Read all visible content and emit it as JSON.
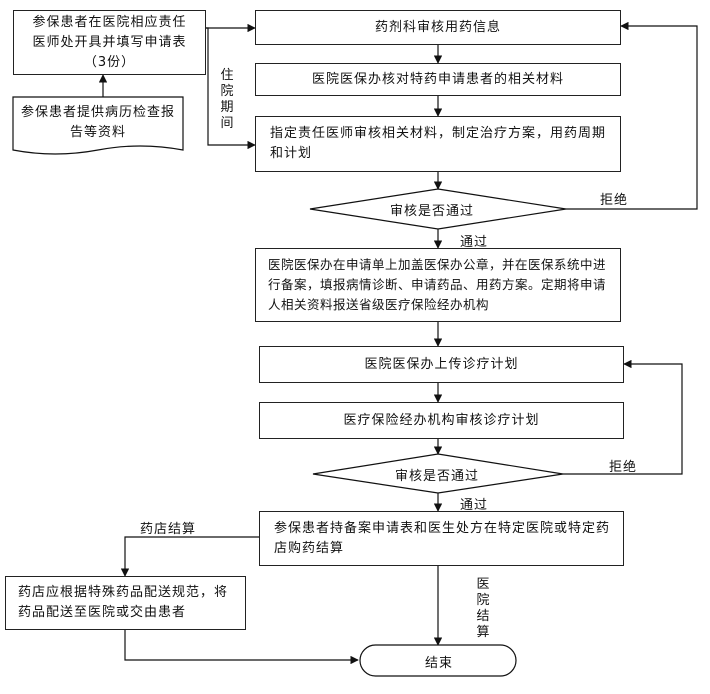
{
  "nodes": {
    "patient_form": "参保患者在医院相应责任医师处开具并填写申请表（3份）",
    "patient_records": "参保患者提供病历检查报告等资料",
    "pharmacy_review": "药剂科审核用药信息",
    "insurance_check": "医院医保办核对特药申请患者的相关材料",
    "doctor_plan": "指定责任医师审核相关材料，制定治疗方案，用药周期和计划",
    "decision_1": "审核是否通过",
    "seal_record": "医院医保办在申请单上加盖医保办公章，并在医保系统中进行备案，填报病情诊断、申请药品、用药方案。定期将申请人相关资料报送省级医疗保险经办机构",
    "upload_plan": "医院医保办上传诊疗计划",
    "agency_review": "医疗保险经办机构审核诊疗计划",
    "decision_2": "审核是否通过",
    "purchase": "参保患者持备案申请表和医生处方在特定医院或特定药店购药结算",
    "pharmacy_delivery": "药店应根据特殊药品配送规范，将药品配送至医院或交由患者",
    "end": "结束"
  },
  "labels": {
    "inpatient": "住院期间",
    "reject_1": "拒绝",
    "pass_1": "通过",
    "reject_2": "拒绝",
    "pass_2": "通过",
    "pharmacy_settle": "药店结算",
    "hospital_settle": "医院结算"
  }
}
